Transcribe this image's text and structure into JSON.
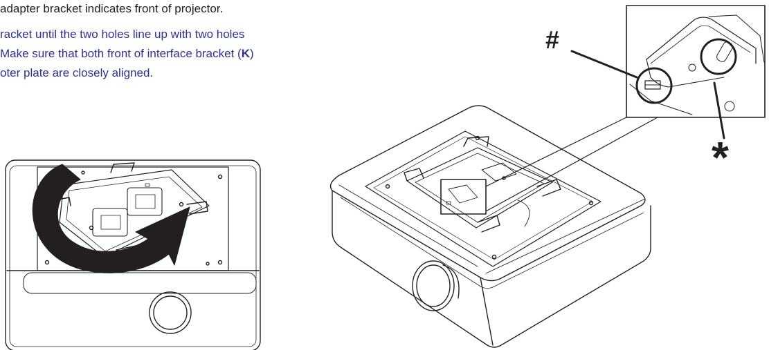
{
  "instructions": {
    "line1": "adapter bracket indicates front of projector.",
    "line2": "racket until the two holes line up with two holes",
    "line3_pre": "Make sure that both front of interface bracket (",
    "line3_key": "K",
    "line3_post": ")",
    "line4": "oter plate are closely aligned."
  },
  "callouts": {
    "hash": "#",
    "star": "*"
  }
}
